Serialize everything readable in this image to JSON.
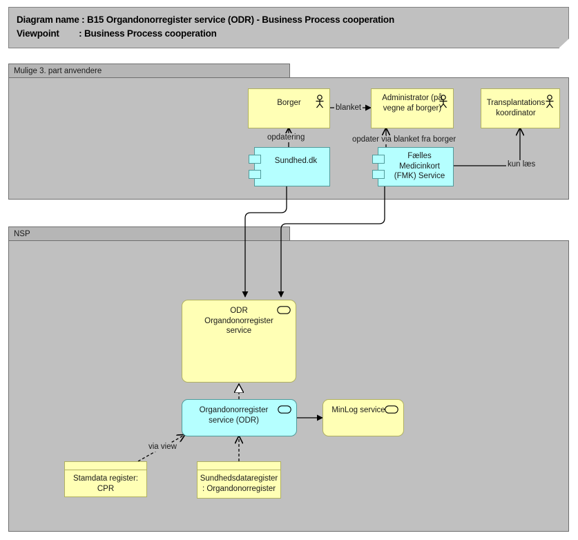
{
  "header": {
    "line1": "Diagram name : B15 Organdonorregister service (ODR) - Business Process cooperation",
    "line2": "Viewpoint        : Business Process cooperation"
  },
  "groups": [
    {
      "id": "third-party",
      "label": "Mulige 3. part anvendere"
    },
    {
      "id": "nsp",
      "label": "NSP"
    }
  ],
  "elements": {
    "borger": {
      "label": "Borger",
      "type": "business-actor",
      "color": "#ffffb5"
    },
    "administrator": {
      "label": "Administrator (på vegne af borger)",
      "type": "business-actor",
      "color": "#ffffb5"
    },
    "transplantations_koordinator": {
      "label": "Transplantations koordinator",
      "type": "business-actor",
      "color": "#ffffb5"
    },
    "sundhed_dk": {
      "label": "Sundhed.dk",
      "type": "application-component",
      "color": "#b5ffff"
    },
    "fmk": {
      "label": "Fælles Medicinkort (FMK) Service",
      "type": "application-component",
      "color": "#b5ffff"
    },
    "odr_organdonorregister_service": {
      "label": "ODR Organdonorregister service",
      "type": "application-service",
      "color": "#ffffb5"
    },
    "organdonorregister_service_odr": {
      "label": "Organdonorregister service (ODR)",
      "type": "application-service",
      "color": "#b5ffff"
    },
    "minlog_service": {
      "label": "MinLog service",
      "type": "application-service",
      "color": "#ffffb5"
    },
    "stamdata_register_cpr": {
      "label": "Stamdata register: CPR",
      "type": "data-object",
      "color": "#ffffb5"
    },
    "sundhedsdataregister_organdonorregister": {
      "label": "Sundhedsdataregister: Organdonorregister",
      "type": "data-object",
      "color": "#ffffb5"
    }
  },
  "connector_labels": {
    "blanket": "blanket",
    "opdatering": "opdatering",
    "opdater_via_blanket": "opdater via blanket fra borger",
    "kun_laes": "kun læs",
    "via_view": "via view"
  },
  "icons": {
    "actor": "business-actor-icon",
    "service": "application-service-icon",
    "component": "application-component-icon"
  },
  "colors": {
    "yellow": "#ffffb5",
    "yellow_border": "#b0b060",
    "cyan": "#b5ffff",
    "cyan_border": "#4f9a9a",
    "group_fill": "#c0c0c0",
    "group_tab": "#b6b6b6",
    "group_border": "#6e6e6e",
    "line": "#000000"
  }
}
